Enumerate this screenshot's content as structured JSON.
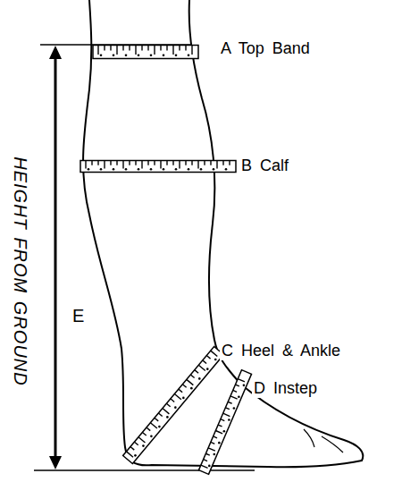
{
  "diagram": {
    "labels": [
      "A Top Band",
      "B Calf",
      "C Heel & Ankle",
      "D Instep",
      "E",
      "HEIGHT FROM GROUND"
    ]
  }
}
